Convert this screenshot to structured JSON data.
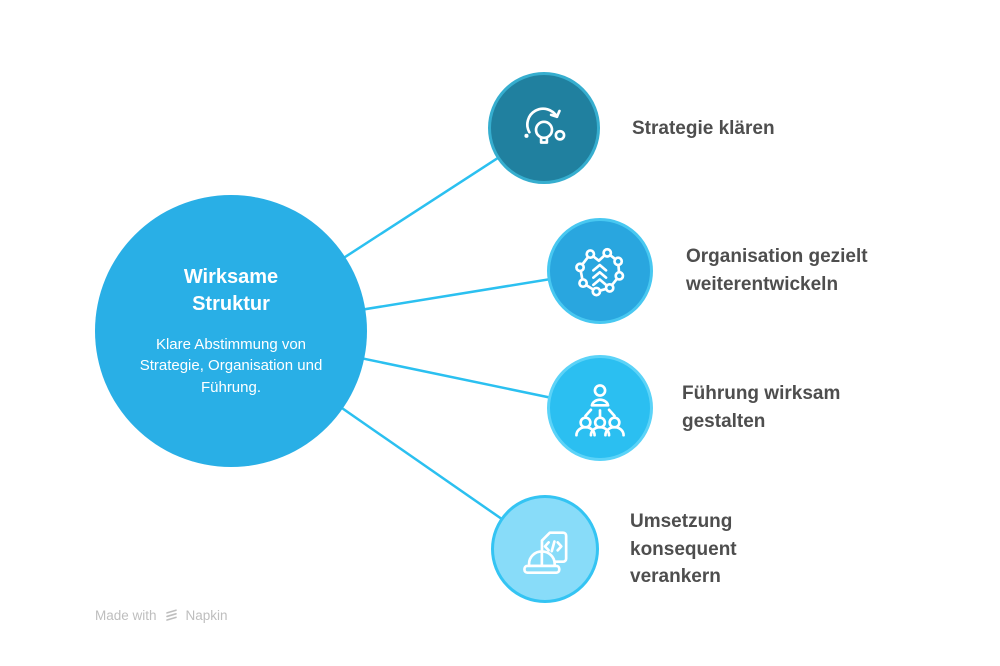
{
  "diagram": {
    "center": {
      "title": "Wirksame Struktur",
      "description": "Klare Abstimmung von Strategie, Organisation und Führung.",
      "fill": "#29AFE6",
      "text_color": "#FFFFFF"
    },
    "connector_color": "#2BC0F0",
    "label_color": "#4E4E4E",
    "nodes": [
      {
        "label": "Strategie klären",
        "icon": "lightbulb-refresh-icon",
        "fill": "#20809F",
        "ring": "#36AECF"
      },
      {
        "label": "Organisation gezielt weiterentwickeln",
        "icon": "network-upward-icon",
        "fill": "#29A6DF",
        "ring": "#48C8F1"
      },
      {
        "label": "Führung wirksam gestalten",
        "icon": "leader-team-icon",
        "fill": "#2BBFF1",
        "ring": "#5BD3F8"
      },
      {
        "label": "Umsetzung konsequent verankern",
        "icon": "hardhat-code-document-icon",
        "fill": "#88DCF9",
        "ring": "#34C4F3"
      }
    ]
  },
  "footer": {
    "made_with": "Made with",
    "brand": "Napkin",
    "color": "#BEBEBE"
  }
}
